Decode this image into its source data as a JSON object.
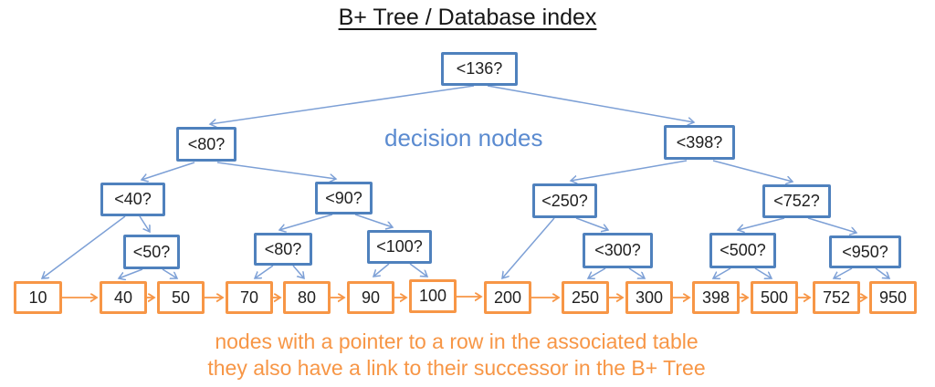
{
  "title": "B+ Tree / Database index",
  "annotations": {
    "decision_nodes": "decision nodes",
    "caption_line1": "nodes with a pointer to a row in the associated table",
    "caption_line2": "they also have a link to their successor in the B+ Tree"
  },
  "tree": {
    "root": {
      "label": "<136?"
    },
    "level2": [
      {
        "label": "<80?"
      },
      {
        "label": "<398?"
      }
    ],
    "level3": [
      {
        "label": "<40?"
      },
      {
        "label": "<90?"
      },
      {
        "label": "<250?"
      },
      {
        "label": "<752?"
      }
    ],
    "level4": [
      {
        "label": "<50?"
      },
      {
        "label": "<80?"
      },
      {
        "label": "<100?"
      },
      {
        "label": "<300?"
      },
      {
        "label": "<500?"
      },
      {
        "label": "<950?"
      }
    ],
    "leaves": [
      {
        "value": "10"
      },
      {
        "value": "40"
      },
      {
        "value": "50"
      },
      {
        "value": "70"
      },
      {
        "value": "80"
      },
      {
        "value": "90"
      },
      {
        "value": "100"
      },
      {
        "value": "200"
      },
      {
        "value": "250"
      },
      {
        "value": "300"
      },
      {
        "value": "398"
      },
      {
        "value": "500"
      },
      {
        "value": "752"
      },
      {
        "value": "950"
      }
    ],
    "edges": [
      [
        "<136?",
        "<80?"
      ],
      [
        "<136?",
        "<398?"
      ],
      [
        "<80?",
        "<40?"
      ],
      [
        "<80?",
        "<90?"
      ],
      [
        "<398?",
        "<250?"
      ],
      [
        "<398?",
        "<752?"
      ],
      [
        "<40?",
        "10"
      ],
      [
        "<40?",
        "<50?"
      ],
      [
        "<50?",
        "40"
      ],
      [
        "<50?",
        "50"
      ],
      [
        "<90?",
        "<80? (level 4)"
      ],
      [
        "<90?",
        "<100?"
      ],
      [
        "<80? (level 4)",
        "70"
      ],
      [
        "<80? (level 4)",
        "80"
      ],
      [
        "<100?",
        "90"
      ],
      [
        "<100?",
        "100"
      ],
      [
        "<250?",
        "200"
      ],
      [
        "<250?",
        "<300?"
      ],
      [
        "<300?",
        "250"
      ],
      [
        "<300?",
        "300"
      ],
      [
        "<752?",
        "<500?"
      ],
      [
        "<752?",
        "<950?"
      ],
      [
        "<500?",
        "398"
      ],
      [
        "<500?",
        "500"
      ],
      [
        "<950?",
        "752"
      ],
      [
        "<950?",
        "950"
      ]
    ],
    "successor_links": [
      [
        "10",
        "40"
      ],
      [
        "40",
        "50"
      ],
      [
        "50",
        "70"
      ],
      [
        "70",
        "80"
      ],
      [
        "80",
        "90"
      ],
      [
        "90",
        "100"
      ],
      [
        "100",
        "200"
      ],
      [
        "200",
        "250"
      ],
      [
        "250",
        "300"
      ],
      [
        "300",
        "398"
      ],
      [
        "398",
        "500"
      ],
      [
        "500",
        "752"
      ],
      [
        "752",
        "950"
      ]
    ]
  },
  "colors": {
    "decision_border": "#4f81bd",
    "decision_arrow": "#7da0d6",
    "leaf_border": "#f79646",
    "leaf_arrow": "#f79646",
    "decision_label_text": "#5b8bd0",
    "caption_text": "#f79646",
    "node_text": "#1f1f1f",
    "title_text": "#171717"
  }
}
